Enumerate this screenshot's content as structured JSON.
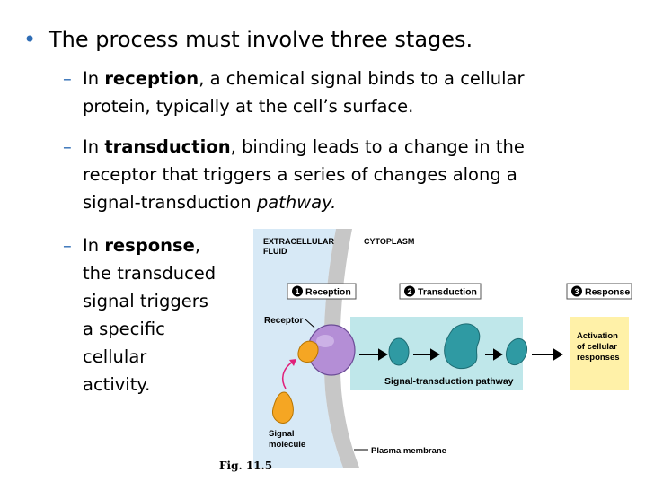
{
  "slide": {
    "main_bullet": "The process must involve three stages.",
    "reception": {
      "prefix": "In ",
      "term": "reception",
      "rest_line1": ", a chemical signal binds to a cellular",
      "line2": "protein, typically at the cell’s surface."
    },
    "transduction": {
      "prefix": "In ",
      "term": "transduction",
      "rest_line1": ", binding leads to a change in the",
      "line2": "receptor that triggers a series of changes along a",
      "line3_plain": "signal-transduction ",
      "line3_italic": "pathway."
    },
    "response": {
      "prefix": "In ",
      "term": "response",
      "comma": ",",
      "lines": [
        "the transduced",
        "signal triggers",
        "a specific",
        "cellular",
        "activity."
      ]
    }
  },
  "figure": {
    "extracellular_label_1": "EXTRACELLULAR",
    "extracellular_label_2": "FLUID",
    "cytoplasm_label": "CYTOPLASM",
    "step1_num": "1",
    "step1_label": "Reception",
    "step2_num": "2",
    "step2_label": "Transduction",
    "step3_num": "3",
    "step3_label": "Response",
    "receptor_label": "Receptor",
    "pathway_label": "Signal-transduction pathway",
    "response_box_1": "Activation",
    "response_box_2": "of cellular",
    "response_box_3": "responses",
    "signal_label_1": "Signal",
    "signal_label_2": "molecule",
    "membrane_label": "Plasma membrane",
    "caption": "Fig. 11.5",
    "colors": {
      "bullet": "#2f6db5",
      "membrane": "#c7c7c7",
      "extracellular": "#d7e9f6",
      "pathway_box": "#bfe7ea",
      "response_box": "#fff1a8",
      "receptor": "#b48ed6",
      "relay": "#2f9aa3",
      "signal": "#f5a623"
    }
  }
}
